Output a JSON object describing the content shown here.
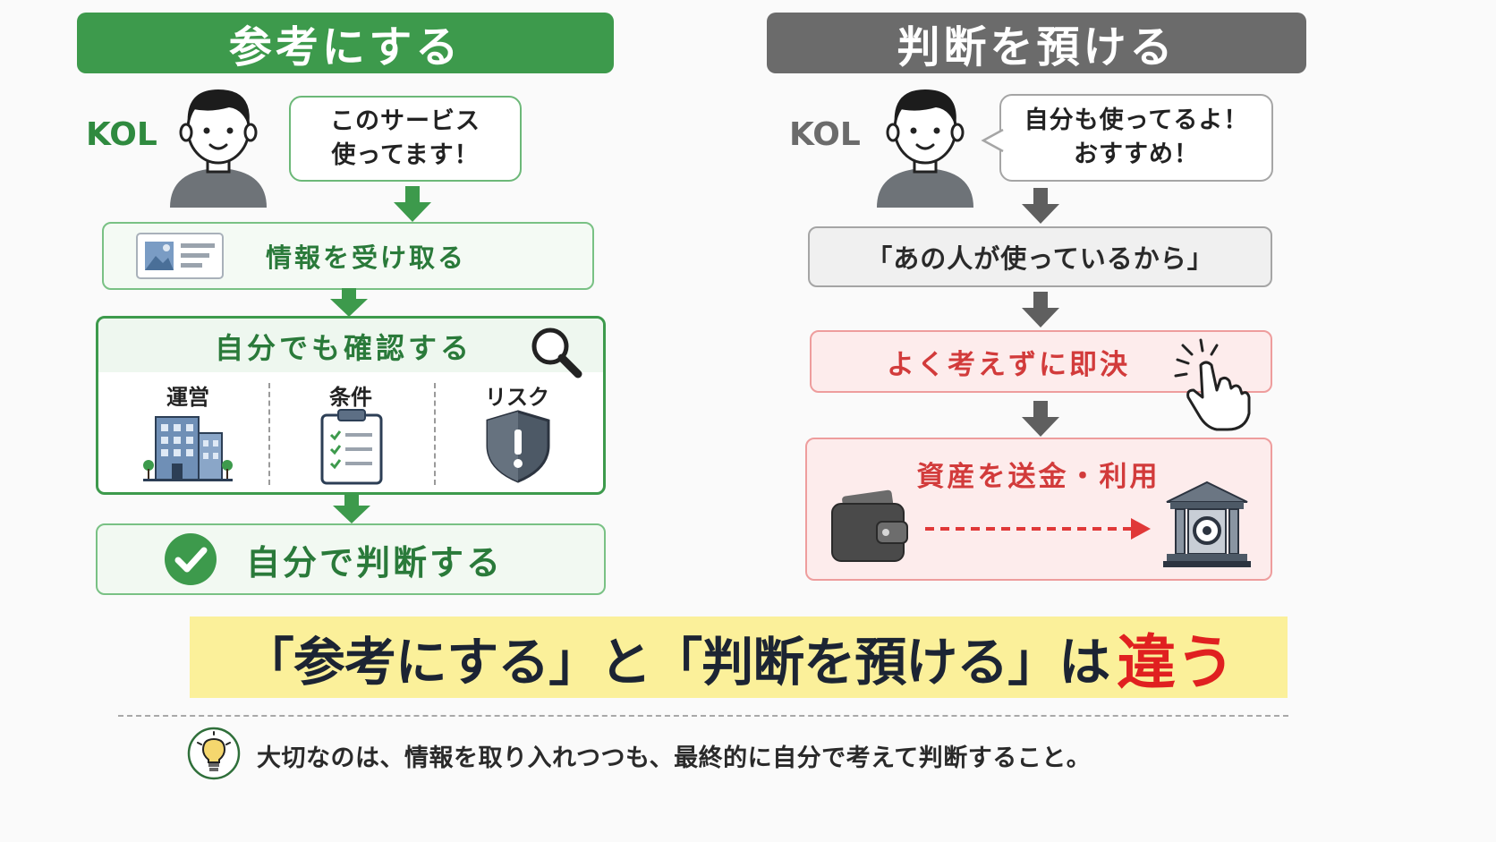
{
  "left": {
    "header": "参考にする",
    "kol_label": "KOL",
    "speech": [
      "このサービス",
      "使ってます！"
    ],
    "step1": "情報を受け取る",
    "step2": {
      "title": "自分でも確認する",
      "items": [
        "運営",
        "条件",
        "リスク"
      ]
    },
    "step3": "自分で判断する",
    "colors": {
      "accent": "#3d9a4c",
      "text": "#2a7a3a",
      "fill": "#eef7ef"
    }
  },
  "right": {
    "header": "判断を預ける",
    "kol_label": "KOL",
    "speech": [
      "自分も使ってるよ！",
      "おすすめ！"
    ],
    "step1": "「あの人が使っているから」",
    "step2": "よく考えずに即決",
    "step3": "資産を送金・利用",
    "colors": {
      "accent": "#6b6b6b",
      "danger": "#d23b3b",
      "danger_fill": "#fdecec"
    }
  },
  "banner": {
    "part1": "「参考にする」と「判断を預ける」は",
    "part2": "違う",
    "colors": {
      "bg": "#fbf09a",
      "text": "#1c2433",
      "highlight": "#e02020"
    }
  },
  "footer": {
    "text": "大切なのは、情報を取り入れつつも、最終的に自分で考えて判断すること。",
    "icon": "lightbulb-icon"
  }
}
